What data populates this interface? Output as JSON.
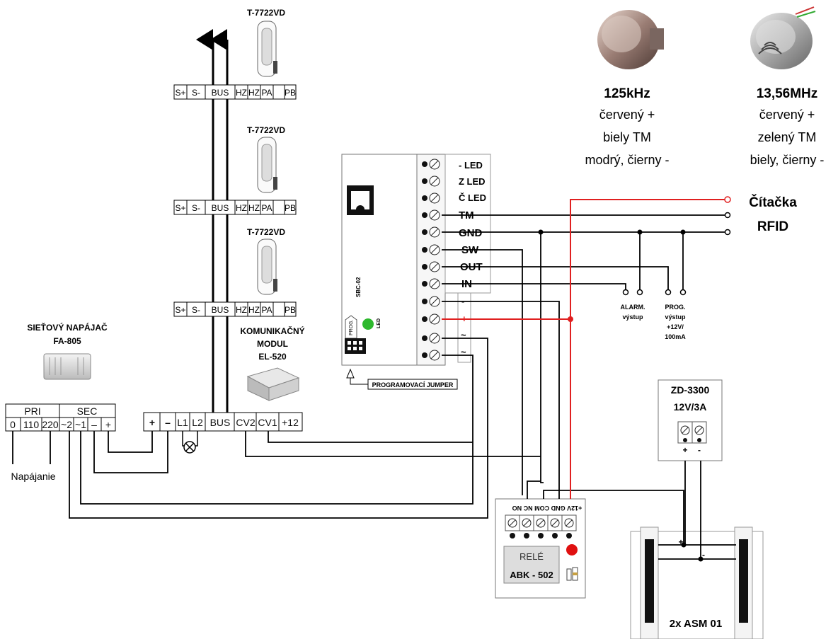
{
  "handsets": {
    "model": "T-7722VD",
    "terminals": [
      "S+",
      "S-",
      "BUS",
      "HZ",
      "HZ",
      "PA",
      "PB"
    ]
  },
  "power_supply": {
    "title_line1": "SIEŤOVÝ NAPÁJAČ",
    "title_line2": "FA-805",
    "pri_label": "PRI",
    "sec_label": "SEC",
    "terminals": [
      "0",
      "110",
      "220",
      "~2",
      "~1",
      "–",
      "+"
    ],
    "mains_label": "Napájanie"
  },
  "comm_module": {
    "title_line1": "KOMUNIKAČNÝ",
    "title_line2": "MODUL",
    "title_line3": "EL-520",
    "terminals": [
      "+",
      "–",
      "L1",
      "L2",
      "BUS",
      "CV2",
      "CV1",
      "+12"
    ]
  },
  "controller": {
    "model": "SBC-02",
    "terminals": [
      "- LED",
      "Z LED",
      "Č LED",
      "TM",
      "GND",
      "SW",
      "OUT",
      "IN",
      "-",
      "+",
      "~",
      "~"
    ],
    "led_label": "LED",
    "prog_label": "PROG.",
    "jumper_label": "PROGRAMOVACÍ JUMPER"
  },
  "reader_125": {
    "freq": "125kHz",
    "line1": "červený +",
    "line2": "biely TM",
    "line3": "modrý, čierny -"
  },
  "reader_1356": {
    "freq": "13,56MHz",
    "line1": "červený +",
    "line2": "zelený TM",
    "line3": "biely, čierny -"
  },
  "rfid": {
    "line1": "Čítačka",
    "line2": "RFID"
  },
  "outputs": {
    "alarm_line1": "ALARM.",
    "alarm_line2": "výstup",
    "prog_line1": "PROG.",
    "prog_line2": "výstup",
    "prog_line3": "+12V/",
    "prog_line4": "100mA"
  },
  "psu_zd": {
    "line1": "ZD-3300",
    "line2": "12V/3A",
    "plus": "+",
    "minus": "-"
  },
  "relay": {
    "terminals_text": "+12V GND COM NC NO",
    "label1": "RELÉ",
    "label2": "ABK - 502"
  },
  "lock": {
    "label": "2x ASM 01",
    "plus": "+",
    "minus": "-"
  },
  "colors": {
    "wire": "#000000",
    "wire_red": "#e02020",
    "led_green": "#2db82d",
    "relay_led": "#e01010"
  }
}
